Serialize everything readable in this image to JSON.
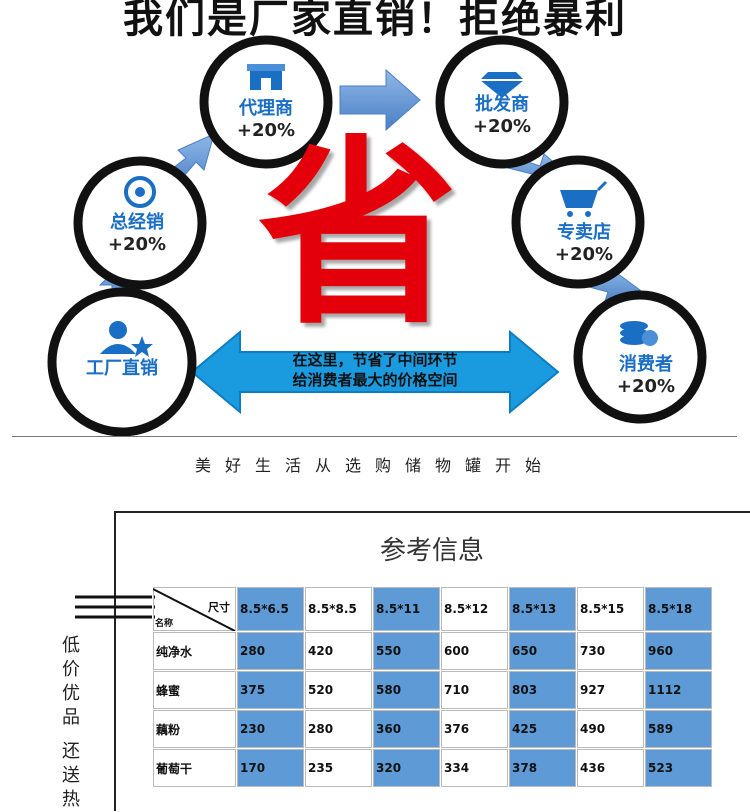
{
  "headline": "我们是厂家直销！拒绝暴利",
  "nodes": [
    {
      "label": "工厂直销",
      "pct": "",
      "icon": "businessman-icon"
    },
    {
      "label": "总经销",
      "pct": "+20%",
      "icon": "refresh-cycle-icon"
    },
    {
      "label": "代理商",
      "pct": "+20%",
      "icon": "storefront-icon"
    },
    {
      "label": "批发商",
      "pct": "+20%",
      "icon": "diamond-icon"
    },
    {
      "label": "专卖店",
      "pct": "+20%",
      "icon": "shopping-cart-icon"
    },
    {
      "label": "消费者",
      "pct": "+20%",
      "icon": "coins-icon"
    }
  ],
  "big_char": "省",
  "savings": {
    "line1": "在这里，节省了中间环节",
    "line2": "给消费者最大的价格空间"
  },
  "slogan": "美好生活从选购储物罐开始",
  "reference": {
    "title": "参考信息",
    "corner_top": "尺寸",
    "corner_bottom": "名称",
    "sizes": [
      "8.5*6.5",
      "8.5*8.5",
      "8.5*11",
      "8.5*12",
      "8.5*13",
      "8.5*15",
      "8.5*18"
    ],
    "rows": [
      {
        "name": "纯净水",
        "values": [
          "280",
          "420",
          "550",
          "600",
          "650",
          "730",
          "960"
        ]
      },
      {
        "name": "蜂蜜",
        "values": [
          "375",
          "520",
          "580",
          "710",
          "803",
          "927",
          "1112"
        ]
      },
      {
        "name": "藕粉",
        "values": [
          "230",
          "280",
          "360",
          "376",
          "425",
          "490",
          "589"
        ]
      },
      {
        "name": "葡萄干",
        "values": [
          "170",
          "235",
          "320",
          "334",
          "378",
          "436",
          "523"
        ]
      }
    ]
  },
  "side_text": {
    "line1": "低价优品",
    "line2": "还送热"
  },
  "colors": {
    "node_label": "#1a6fc4",
    "arrow": "#5b8fd0",
    "big_char": "#e4000b",
    "savings_arrow": "#1a9be0",
    "table_blue": "#5e9ad6"
  }
}
